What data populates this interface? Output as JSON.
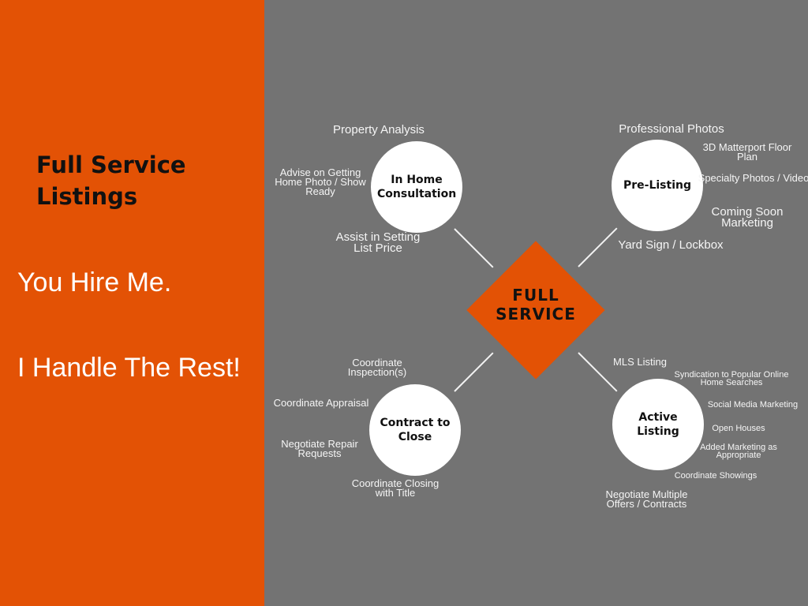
{
  "left": {
    "title": "Full Service Listings",
    "tagline_1": "You Hire Me.",
    "tagline_2": "I Handle The Rest!"
  },
  "center": {
    "label": "FULL SERVICE"
  },
  "nodes": {
    "in_home": {
      "label": "In Home Consultation",
      "items": [
        "Property Analysis",
        "Advise on Getting Home Photo / Show Ready",
        "Assist in Setting List Price"
      ]
    },
    "pre_listing": {
      "label": "Pre-Listing",
      "items": [
        "Professional Photos",
        "3D Matterport Floor Plan",
        "Specialty Photos / Video",
        "Coming Soon Marketing",
        "Yard Sign / Lockbox"
      ]
    },
    "contract": {
      "label": "Contract to Close",
      "items": [
        "Coordinate Inspection(s)",
        "Coordinate Appraisal",
        "Negotiate Repair Requests",
        "Coordinate Closing with Title"
      ]
    },
    "active": {
      "label": "Active Listing",
      "items": [
        "MLS Listing",
        "Syndication to Popular Online Home Searches",
        "Social Media Marketing",
        "Open Houses",
        "Added Marketing as Appropriate",
        "Coordinate Showings",
        "Negotiate Multiple Offers / Contracts"
      ]
    }
  },
  "colors": {
    "accent": "#E35205",
    "panel": "#737373",
    "text": "#FFFFFF"
  }
}
